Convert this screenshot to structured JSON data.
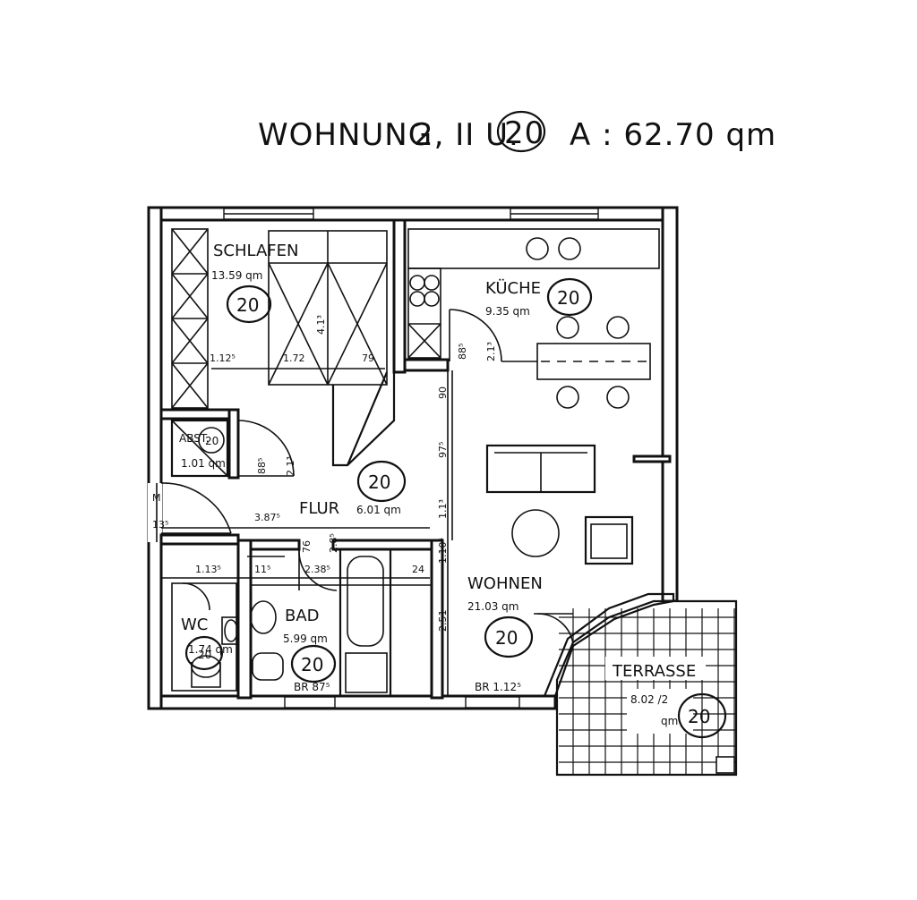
{
  "title": {
    "prefix": "WOHNUNG",
    "floor": "2, II U.",
    "unit_number": "20",
    "area_text": "A : 62.70 qm"
  },
  "rooms": {
    "schlafen": {
      "name": "SCHLAFEN",
      "area": "13.59 qm",
      "mark": "20"
    },
    "kueche": {
      "name": "KÜCHE",
      "area": "9.35 qm",
      "mark": "20"
    },
    "flur": {
      "name": "FLUR",
      "area": "6.01 qm",
      "mark": "20"
    },
    "abst": {
      "name": "ABST.",
      "area": "1.01 qm",
      "mark": "20"
    },
    "wc": {
      "name": "WC",
      "area": "1.74 qm",
      "mark": "20"
    },
    "bad": {
      "name": "BAD",
      "area": "5.99 qm",
      "mark": "20",
      "br": "BR 87⁵"
    },
    "wohnen": {
      "name": "WOHNEN",
      "area": "21.03 qm",
      "mark": "20",
      "br": "BR 1.12⁵"
    },
    "terrasse": {
      "name": "TERRASSE",
      "area": "8.02 /2",
      "unit": "qm",
      "mark": "20"
    }
  },
  "dimensions": {
    "d_1125": "1.12⁵",
    "d_172": "1.72",
    "d_79": "79",
    "d_413": "4.1³",
    "d_885_a": "88⁵",
    "d_213_a": "2.1³",
    "d_885_b": "88⁵",
    "d_213_b": "2.1³",
    "d_90": "90",
    "d_975": "97⁵",
    "d_113": "1.1³",
    "d_1105": "1.10⁵",
    "d_3875": "3.87⁵",
    "d_76": "76",
    "d_285": "2.8⁵",
    "d_2385": "2.38⁵",
    "d_24": "24",
    "d_1135": "1.13⁵",
    "d_115": "11⁵",
    "d_251": "2.51",
    "d_m": "M",
    "d_135": "13⁵"
  }
}
